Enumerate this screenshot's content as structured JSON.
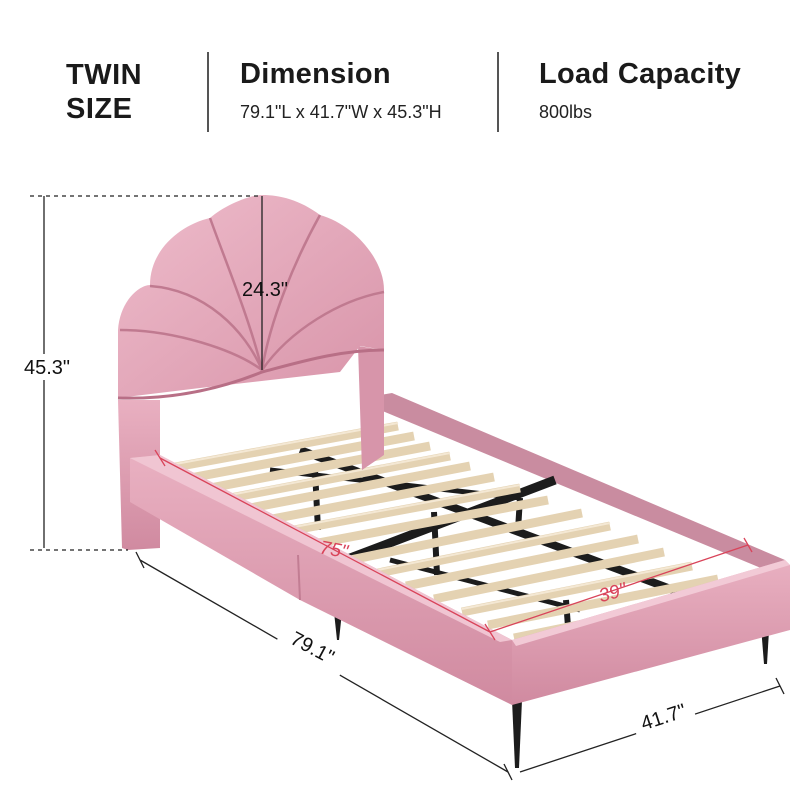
{
  "header": {
    "size_line1": "TWIN",
    "size_line2": "SIZE",
    "dimension_title": "Dimension",
    "dimension_value": "79.1\"L x 41.7\"W x 45.3\"H",
    "load_title": "Load Capacity",
    "load_value": "800lbs"
  },
  "measurements": {
    "total_height": "45.3\"",
    "headboard_height": "24.3\"",
    "inner_length": "75\"",
    "inner_width": "39\"",
    "length": "79.1\"",
    "width": "41.7\""
  },
  "colors": {
    "fabric": "#e6a9bb",
    "fabric_dark": "#d78fa5",
    "fabric_shadow": "#c07a90",
    "slat": "#e9d8bc",
    "frame_black": "#1c1c1c",
    "dim_red": "#d9445a"
  }
}
